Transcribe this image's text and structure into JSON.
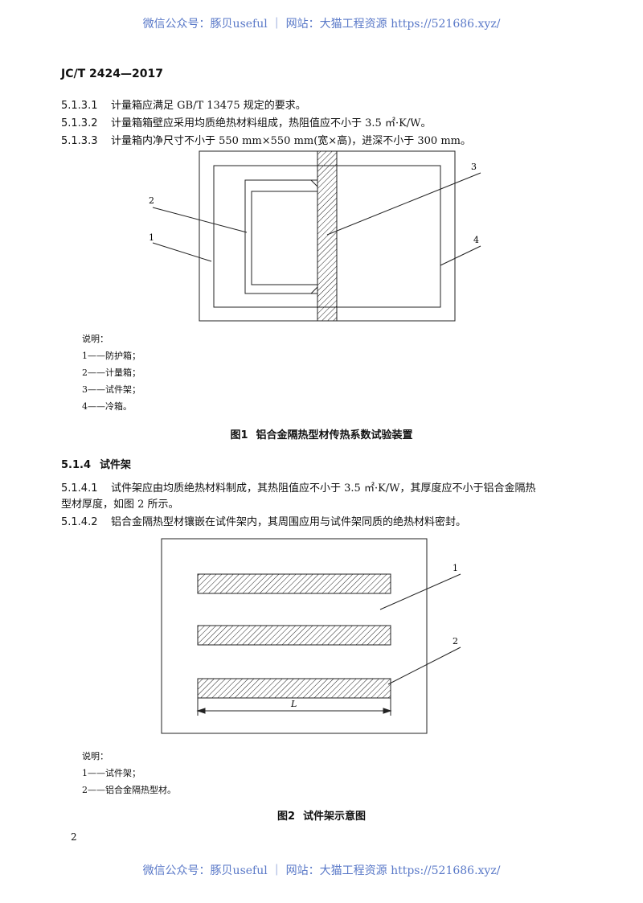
{
  "watermark": "微信公众号：豚贝useful ｜ 网站：大猫工程资源 https://521686.xyz/",
  "header": "JC/T 2424—2017",
  "clauses_top": [
    {
      "num": "5.1.3.1",
      "text": "计量箱应满足 GB/T 13475 规定的要求。"
    },
    {
      "num": "5.1.3.2",
      "text": "计量箱箱壁应采用均质绝热材料组成，热阻值应不小于 3.5 ㎡·K/W。"
    },
    {
      "num": "5.1.3.3",
      "text": "计量箱内净尺寸不小于 550 mm×550 mm(宽×高)，进深不小于 300 mm。"
    }
  ],
  "figure1": {
    "labels": [
      "1",
      "2",
      "3",
      "4"
    ],
    "legend_title": "说明：",
    "legend": [
      "1——防护箱；",
      "2——计量箱；",
      "3——试件架；",
      "4——冷箱。"
    ],
    "caption_num": "图1",
    "caption_text": "铝合金隔热型材传热系数试验装置"
  },
  "section_514": {
    "num": "5.1.4",
    "title": "试件架"
  },
  "clauses_mid": {
    "c1_num": "5.1.4.1",
    "c1_line1": "试件架应由均质绝热材料制成，其热阻值应不小于 3.5 ㎡·K/W，其厚度应不小于铝合金隔热",
    "c1_line2": "型材厚度，如图 2 所示。",
    "c2_num": "5.1.4.2",
    "c2_text": "铝合金隔热型材镶嵌在试件架内，其周围应用与试件架同质的绝热材料密封。"
  },
  "figure2": {
    "labels": [
      "1",
      "2"
    ],
    "dim_label": "L",
    "legend_title": "说明：",
    "legend": [
      "1——试件架；",
      "2——铝合金隔热型材。"
    ],
    "caption_num": "图2",
    "caption_text": "试件架示意图"
  },
  "page_number": "2"
}
